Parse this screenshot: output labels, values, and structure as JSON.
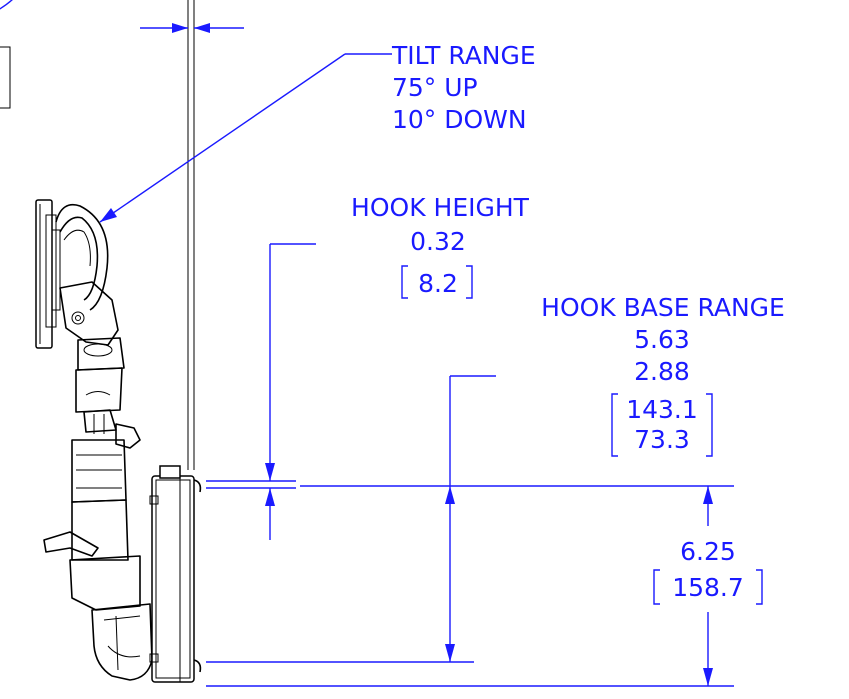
{
  "tilt_range": {
    "title": "TILT RANGE",
    "up": "75° UP",
    "down": "10° DOWN"
  },
  "hook_height": {
    "title": "HOOK HEIGHT",
    "inches": "0.32",
    "mm": "8.2"
  },
  "hook_base_range": {
    "title": "HOOK BASE RANGE",
    "inches_max": "5.63",
    "inches_min": "2.88",
    "mm_max": "143.1",
    "mm_min": "73.3"
  },
  "base_height": {
    "inches": "6.25",
    "mm": "158.7"
  },
  "colors": {
    "dimension": "#1a1aff",
    "part": "#000000"
  }
}
